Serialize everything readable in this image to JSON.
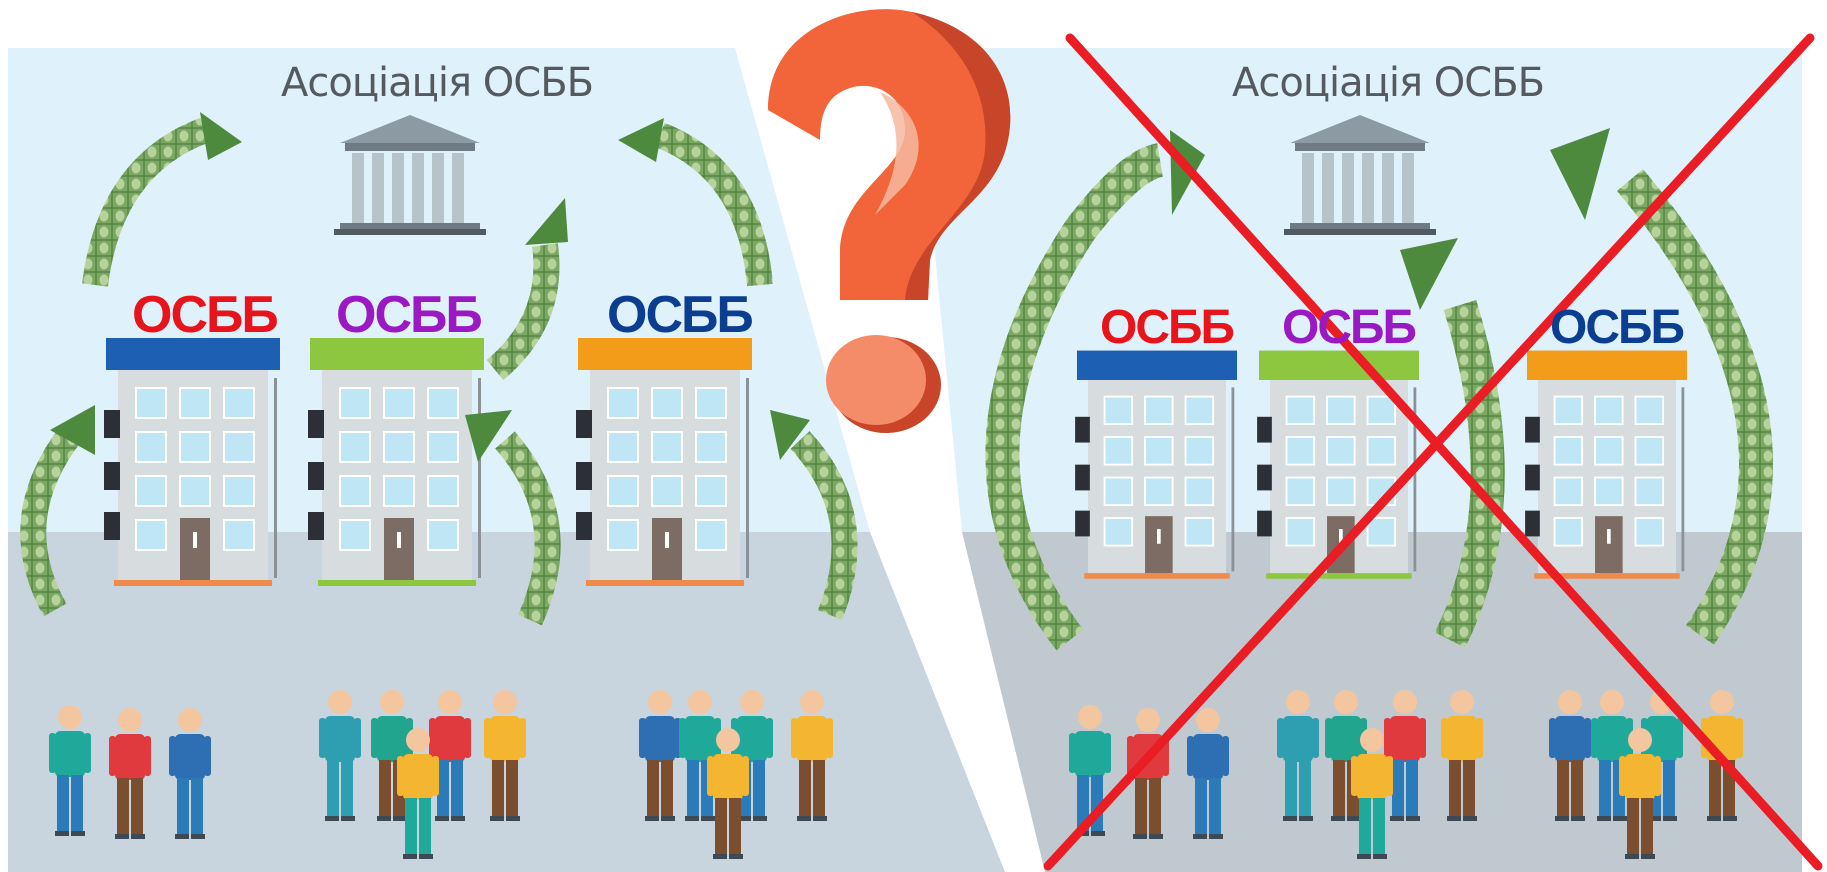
{
  "left_panel": {
    "title": "Асоціація ОСББ",
    "buildings": [
      {
        "label": "ОСББ",
        "label_color": "#e8141c",
        "roof_color": "#1d5fb3"
      },
      {
        "label": "ОСББ",
        "label_color": "#9b19c2",
        "roof_color": "#8dc63f"
      },
      {
        "label": "ОСББ",
        "label_color": "#0b3d91",
        "roof_color": "#f39c1a"
      }
    ]
  },
  "right_panel": {
    "title": "Асоціація ОСББ",
    "buildings": [
      {
        "label": "ОСББ",
        "label_color": "#e8141c",
        "roof_color": "#1d5fb3"
      },
      {
        "label": "ОСББ",
        "label_color": "#9b19c2",
        "roof_color": "#8dc63f"
      },
      {
        "label": "ОСББ",
        "label_color": "#0b3d91",
        "roof_color": "#f39c1a"
      }
    ],
    "crossed_out": true
  },
  "question_mark_icon": "question-mark-icon",
  "colors": {
    "sky": "#dff1fb",
    "ground": "#c9d6df",
    "money_green": "#6f9c57",
    "arrow_green": "#4e8a3e",
    "question_orange": "#f26a3d",
    "cross_red": "#ea1c24"
  }
}
